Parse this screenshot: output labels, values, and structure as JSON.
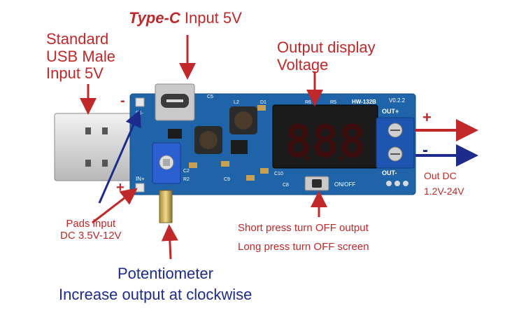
{
  "labels": {
    "usb": [
      "Standard",
      "USB Male",
      "Input 5V"
    ],
    "typec_brand": "Type-C",
    "typec_rest": " Input 5V",
    "display": [
      "Output display",
      "Voltage"
    ],
    "pads": [
      "Pads input",
      "DC 3.5V-12V"
    ],
    "button": [
      "Short press turn OFF output",
      "Long press turn OFF screen"
    ],
    "pot": [
      "Potentiometer",
      "Increase output at clockwise"
    ],
    "out": [
      "Out DC",
      "1.2V-24V"
    ],
    "plus": "+",
    "minus": "-"
  },
  "board": {
    "model": "HW-132B",
    "version": "V0.2.2",
    "out_plus": "OUT+",
    "out_minus": "OUT-",
    "in_minus": "IN-",
    "in_plus": "IN+",
    "onoff": "ON/OFF",
    "minus_mark": "-",
    "plus_mark": "+",
    "parts": [
      "C5",
      "L2",
      "D1",
      "R6",
      "R5",
      "C2",
      "R2",
      "C9",
      "C10",
      "C8"
    ]
  },
  "colors": {
    "label_red": "#c0282a",
    "label_blue": "#1c2b8c",
    "pcb": "#1f63a8",
    "display_digits": "#ff2a2a"
  }
}
